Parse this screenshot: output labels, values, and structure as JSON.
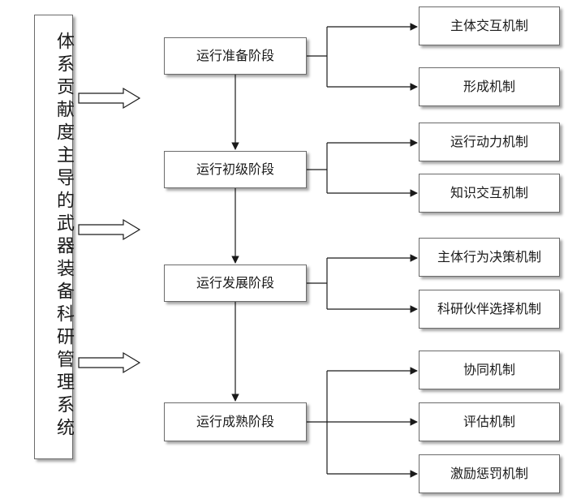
{
  "system_label": "体系贡献度主导的武器装备科研管理系统",
  "stages": [
    "运行准备阶段",
    "运行初级阶段",
    "运行发展阶段",
    "运行成熟阶段"
  ],
  "mechanisms": [
    [
      "主体交互机制",
      "形成机制"
    ],
    [
      "运行动力机制",
      "知识交互机制"
    ],
    [
      "主体行为决策机制",
      "科研伙伴选择机制"
    ],
    [
      "协同机制",
      "评估机制",
      "激励惩罚机制"
    ]
  ],
  "colors": {
    "line": "#1a1a1a",
    "border": "#6b6b6b",
    "text": "#1a1a1a"
  }
}
